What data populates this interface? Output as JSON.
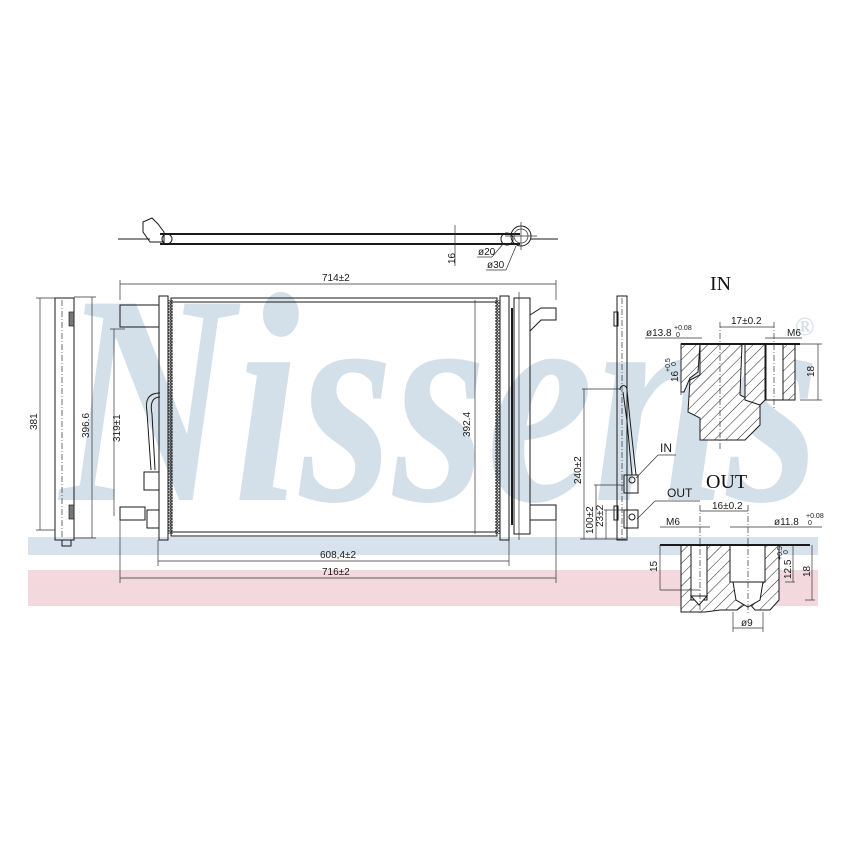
{
  "brand": {
    "watermark": "Nissens",
    "registered_mark": "®",
    "watermark_color": "#d3dfe9",
    "band_blue_color": "#d7e2ec",
    "band_pink_color": "#f3d9de"
  },
  "top_view": {
    "dims": {
      "height": "16",
      "pipe_diameter_small": "ø20",
      "pipe_diameter_large": "ø30"
    }
  },
  "front_view": {
    "dims": {
      "overall_width_top": "714±2",
      "core_width": "608,4±2",
      "overall_width_bottom": "716±2",
      "core_height": "392.4",
      "mount_height": "319±1"
    }
  },
  "left_side_view": {
    "dims": {
      "height_inner": "381",
      "height_outer": "396.6"
    }
  },
  "right_side_view": {
    "dims": {
      "in_height": "240±2",
      "out_height": "100±2",
      "out_offset": "23±2"
    },
    "labels": {
      "in": "IN",
      "out": "OUT"
    }
  },
  "in_detail": {
    "title": "IN",
    "dims": {
      "bore_diameter": "ø13.8",
      "bore_diameter_tol_upper": "+0.08",
      "bore_diameter_tol_lower": "0",
      "center_distance": "17±0.2",
      "thread": "M6",
      "bore_depth": "16",
      "bore_depth_tol_upper": "+0.5",
      "bore_depth_tol_lower": "0",
      "block_height": "18"
    }
  },
  "out_detail": {
    "title": "OUT",
    "dims": {
      "thread": "M6",
      "center_distance": "16±0.2",
      "bore_diameter": "ø11.8",
      "bore_diameter_tol_upper": "+0.08",
      "bore_diameter_tol_lower": "0",
      "thread_depth": "15",
      "bore_depth": "12.5",
      "bore_depth_tol_upper": "+0.5",
      "bore_depth_tol_lower": "0",
      "block_height": "18",
      "outlet_diameter": "ø9"
    }
  }
}
